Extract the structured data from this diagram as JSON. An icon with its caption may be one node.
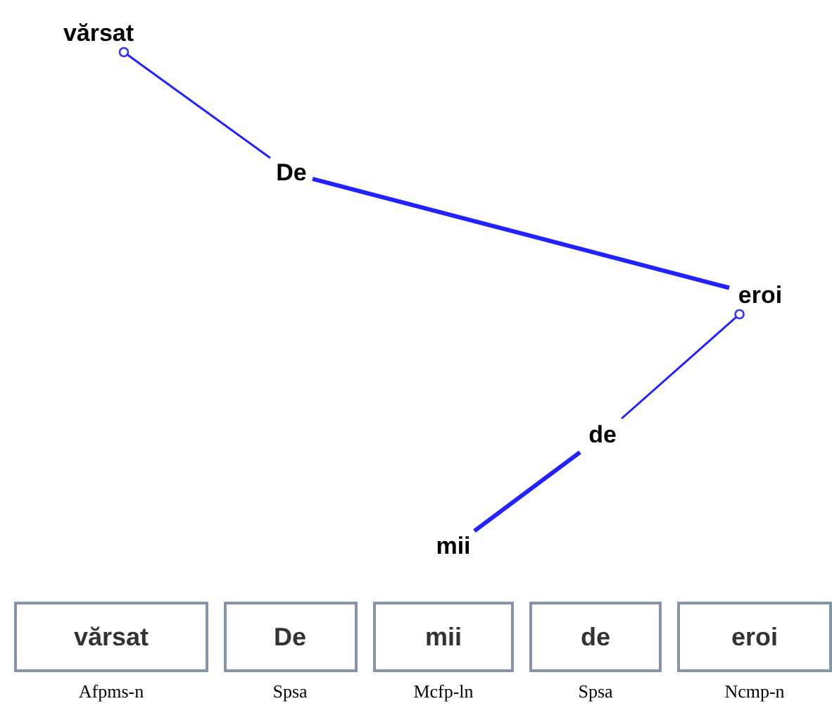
{
  "diagram": {
    "nodes": [
      {
        "text": [
          "vărsat"
        ]
      },
      {
        "text": [
          "De"
        ]
      },
      {
        "text": [
          "eroi"
        ]
      },
      {
        "text": [
          "de"
        ]
      },
      {
        "text": [
          "mii"
        ]
      },
      {
        "text": [
          "vărsat"
        ],
        "beside": [
          "Afpms-n"
        ]
      },
      {
        "text": [
          "De"
        ],
        "beside": [
          "Spsa"
        ]
      },
      {
        "text": [
          "mii"
        ],
        "beside": [
          "Mcfp-ln"
        ]
      },
      {
        "text": [
          "de"
        ],
        "beside": [
          "Spsa"
        ]
      },
      {
        "text": [
          "eroi"
        ],
        "beside": [
          "Ncmp-n"
        ]
      }
    ],
    "edges": [
      {
        "from": 0,
        "to": 1,
        "arrow": "other"
      },
      {
        "from": 1,
        "to": 2,
        "arrow": "none",
        "style": "thick"
      },
      {
        "from": 2,
        "to": 3,
        "arrow": "other"
      },
      {
        "from": 3,
        "to": 4,
        "arrow": "none",
        "style": "thick"
      }
    ]
  }
}
